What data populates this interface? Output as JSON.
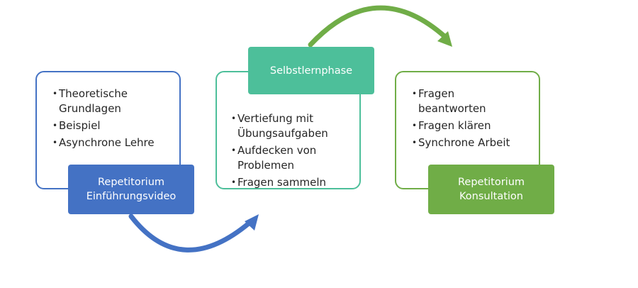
{
  "colors": {
    "blue": "#4472c4",
    "teal": "#4dbf9a",
    "green": "#70ad47"
  },
  "steps": [
    {
      "title_lines": [
        "Repetitorium",
        "Einführungsvideo"
      ],
      "bullets": [
        [
          "Theoretische",
          "Grundlagen"
        ],
        [
          "Beispiel"
        ],
        [
          "Asynchrone Lehre"
        ]
      ]
    },
    {
      "title_lines": [
        "Selbstlernphase"
      ],
      "bullets": [
        [
          "Vertiefung mit",
          "Übungsaufgaben"
        ],
        [
          "Aufdecken von",
          "Problemen"
        ],
        [
          "Fragen sammeln"
        ]
      ]
    },
    {
      "title_lines": [
        "Repetitorium",
        "Konsultation"
      ],
      "bullets": [
        [
          "Fragen",
          "beantworten"
        ],
        [
          "Fragen klären"
        ],
        [
          "Synchrone Arbeit"
        ]
      ]
    }
  ],
  "connectors": [
    {
      "from": "step-1",
      "to": "step-2",
      "color": "#4472c4",
      "icon": "curved-arrow-icon"
    },
    {
      "from": "step-2",
      "to": "step-3",
      "color": "#70ad47",
      "icon": "curved-arrow-icon"
    }
  ]
}
